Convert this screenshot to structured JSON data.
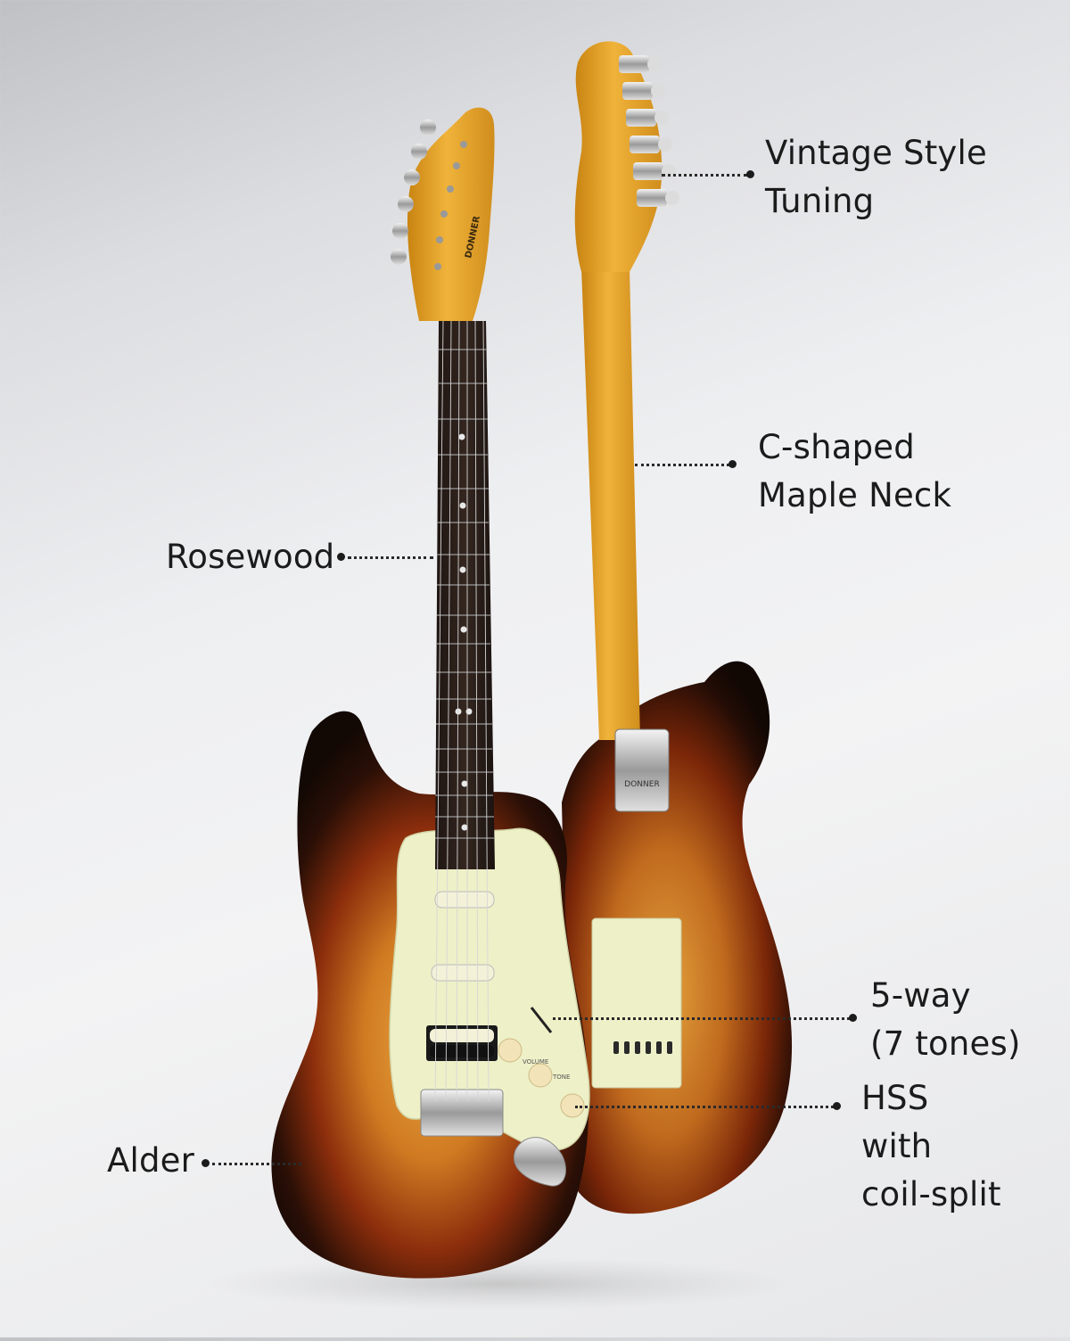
{
  "callouts": {
    "tuning": {
      "text": "Vintage Style\nTuning"
    },
    "neck": {
      "text": "C-shaped\nMaple Neck"
    },
    "fretboard": {
      "text": "Rosewood"
    },
    "switch": {
      "text": "5-way\n(7 tones)"
    },
    "pickups": {
      "text": "HSS\nwith\ncoil-split"
    },
    "body": {
      "text": "Alder"
    }
  },
  "branding": {
    "headstock_front": "DONNER",
    "neckplate": "DONNER"
  },
  "controls": {
    "knob_1": "VOLUME",
    "knob_2": "TONE"
  },
  "colors": {
    "sunburst_center": "#e8a23a",
    "sunburst_mid": "#9a3a10",
    "sunburst_edge": "#1a0c05",
    "pickguard": "#eef0c8",
    "maple": "#e8a82a",
    "rosewood": "#2a1e1a",
    "text": "#1b1b1b"
  }
}
